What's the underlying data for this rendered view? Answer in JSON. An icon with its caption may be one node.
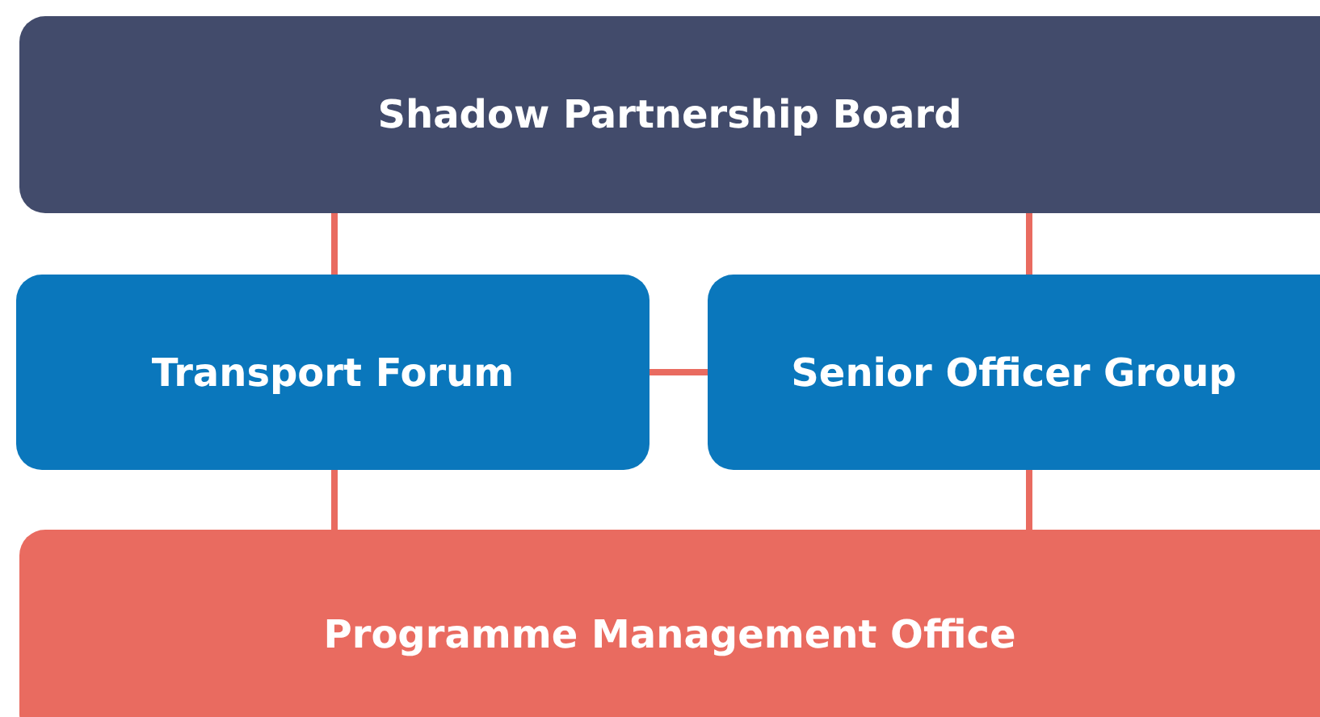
{
  "diagram": {
    "nodes": [
      {
        "text": [
          "Shadow Partnership Board"
        ]
      },
      {
        "text": [
          "Transport Forum"
        ]
      },
      {
        "text": [
          "Senior Officer Group"
        ]
      },
      {
        "text": [
          "Programme Management Office"
        ]
      }
    ],
    "edges": [
      {
        "from": 0,
        "to": 1,
        "arrow": "none"
      },
      {
        "from": 0,
        "to": 2,
        "arrow": "none"
      },
      {
        "from": 1,
        "to": 2,
        "arrow": "none"
      },
      {
        "from": 1,
        "to": 3,
        "arrow": "none"
      },
      {
        "from": 2,
        "to": 3,
        "arrow": "none"
      }
    ]
  }
}
